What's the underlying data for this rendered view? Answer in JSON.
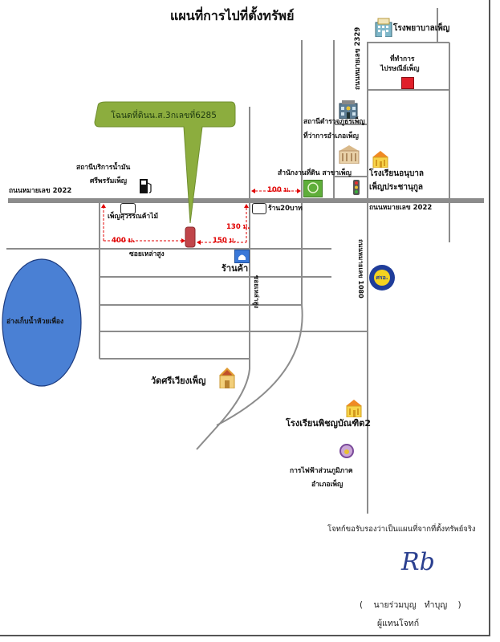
{
  "map": {
    "title": "แผนที่การไปที่ตั้งทรัพย์",
    "callout": "โฉนดที่ดินน.ส.3กเลขที่6285",
    "roads": {
      "main_road_west": "ถนนหมายเลข 2022",
      "main_road_east": "ถนนหมายเลข 2022",
      "road_2329": "ถนนหมายเลข 2329",
      "road_1080": "ถนนหมายเลข 1080",
      "soi_horizontal": "ซอยเหล่าสูง",
      "soi_vertical": "ซอยเหล่าสูง"
    },
    "distances": {
      "d400": "400 ม.",
      "d150": "150 ม.",
      "d130": "130 ม.",
      "d100": "100 ม."
    },
    "landmarks": {
      "hospital": "โรงพยาบาลเพ็ญ",
      "post_office_line1": "ที่ทำการ",
      "post_office_line2": "ไปรษณีย์เพ็ญ",
      "police": "สถานีตำรวจภูธรเพ็ญ",
      "district_office": "ที่ว่าการอำเภอเพ็ญ",
      "land_office": "สำนักงานที่ดิน สาขาเพ็ญ",
      "kindergarten_line1": "โรงเรียนอนุบาล",
      "kindergarten_line2": "เพ็ญประชานุกูล",
      "gas_station_line1": "สถานีบริการน้ำมัน",
      "gas_station_line2": "ศรีพรรัมเพ็ญ",
      "furniture_shop": "เพ็ญสุวรรณค้าไม้",
      "shop_20baht": "ร้าน20บาท",
      "shop": "ร้านค้า",
      "reservoir": "อ่างเก็บน้ำห้วยเพื่อง",
      "temple": "วัดศรีเวียงเพ็ญ",
      "school": "โรงเรียนพิชญบัณฑิต2",
      "pea_line1": "การไฟฟ้าส่วนภูมิภาค",
      "pea_line2": "อำเภอเพ็ญ",
      "kpo_badge": "ศรอ."
    }
  },
  "certification": {
    "statement": "โจทก์ขอรับรองว่าเป็นแผนที่จากที่ตั้งทรัพย์จริง",
    "signature": "Rb",
    "name": "(    นายร่วมบุญ   ทำบุญ    )",
    "role": "ผู้แทนโจทก์"
  },
  "colors": {
    "road": "#8c8c8c",
    "callout": "#8cad3e",
    "reservoir": "#4a80d4",
    "distance": "#e00000",
    "marker": "#c0454a"
  }
}
